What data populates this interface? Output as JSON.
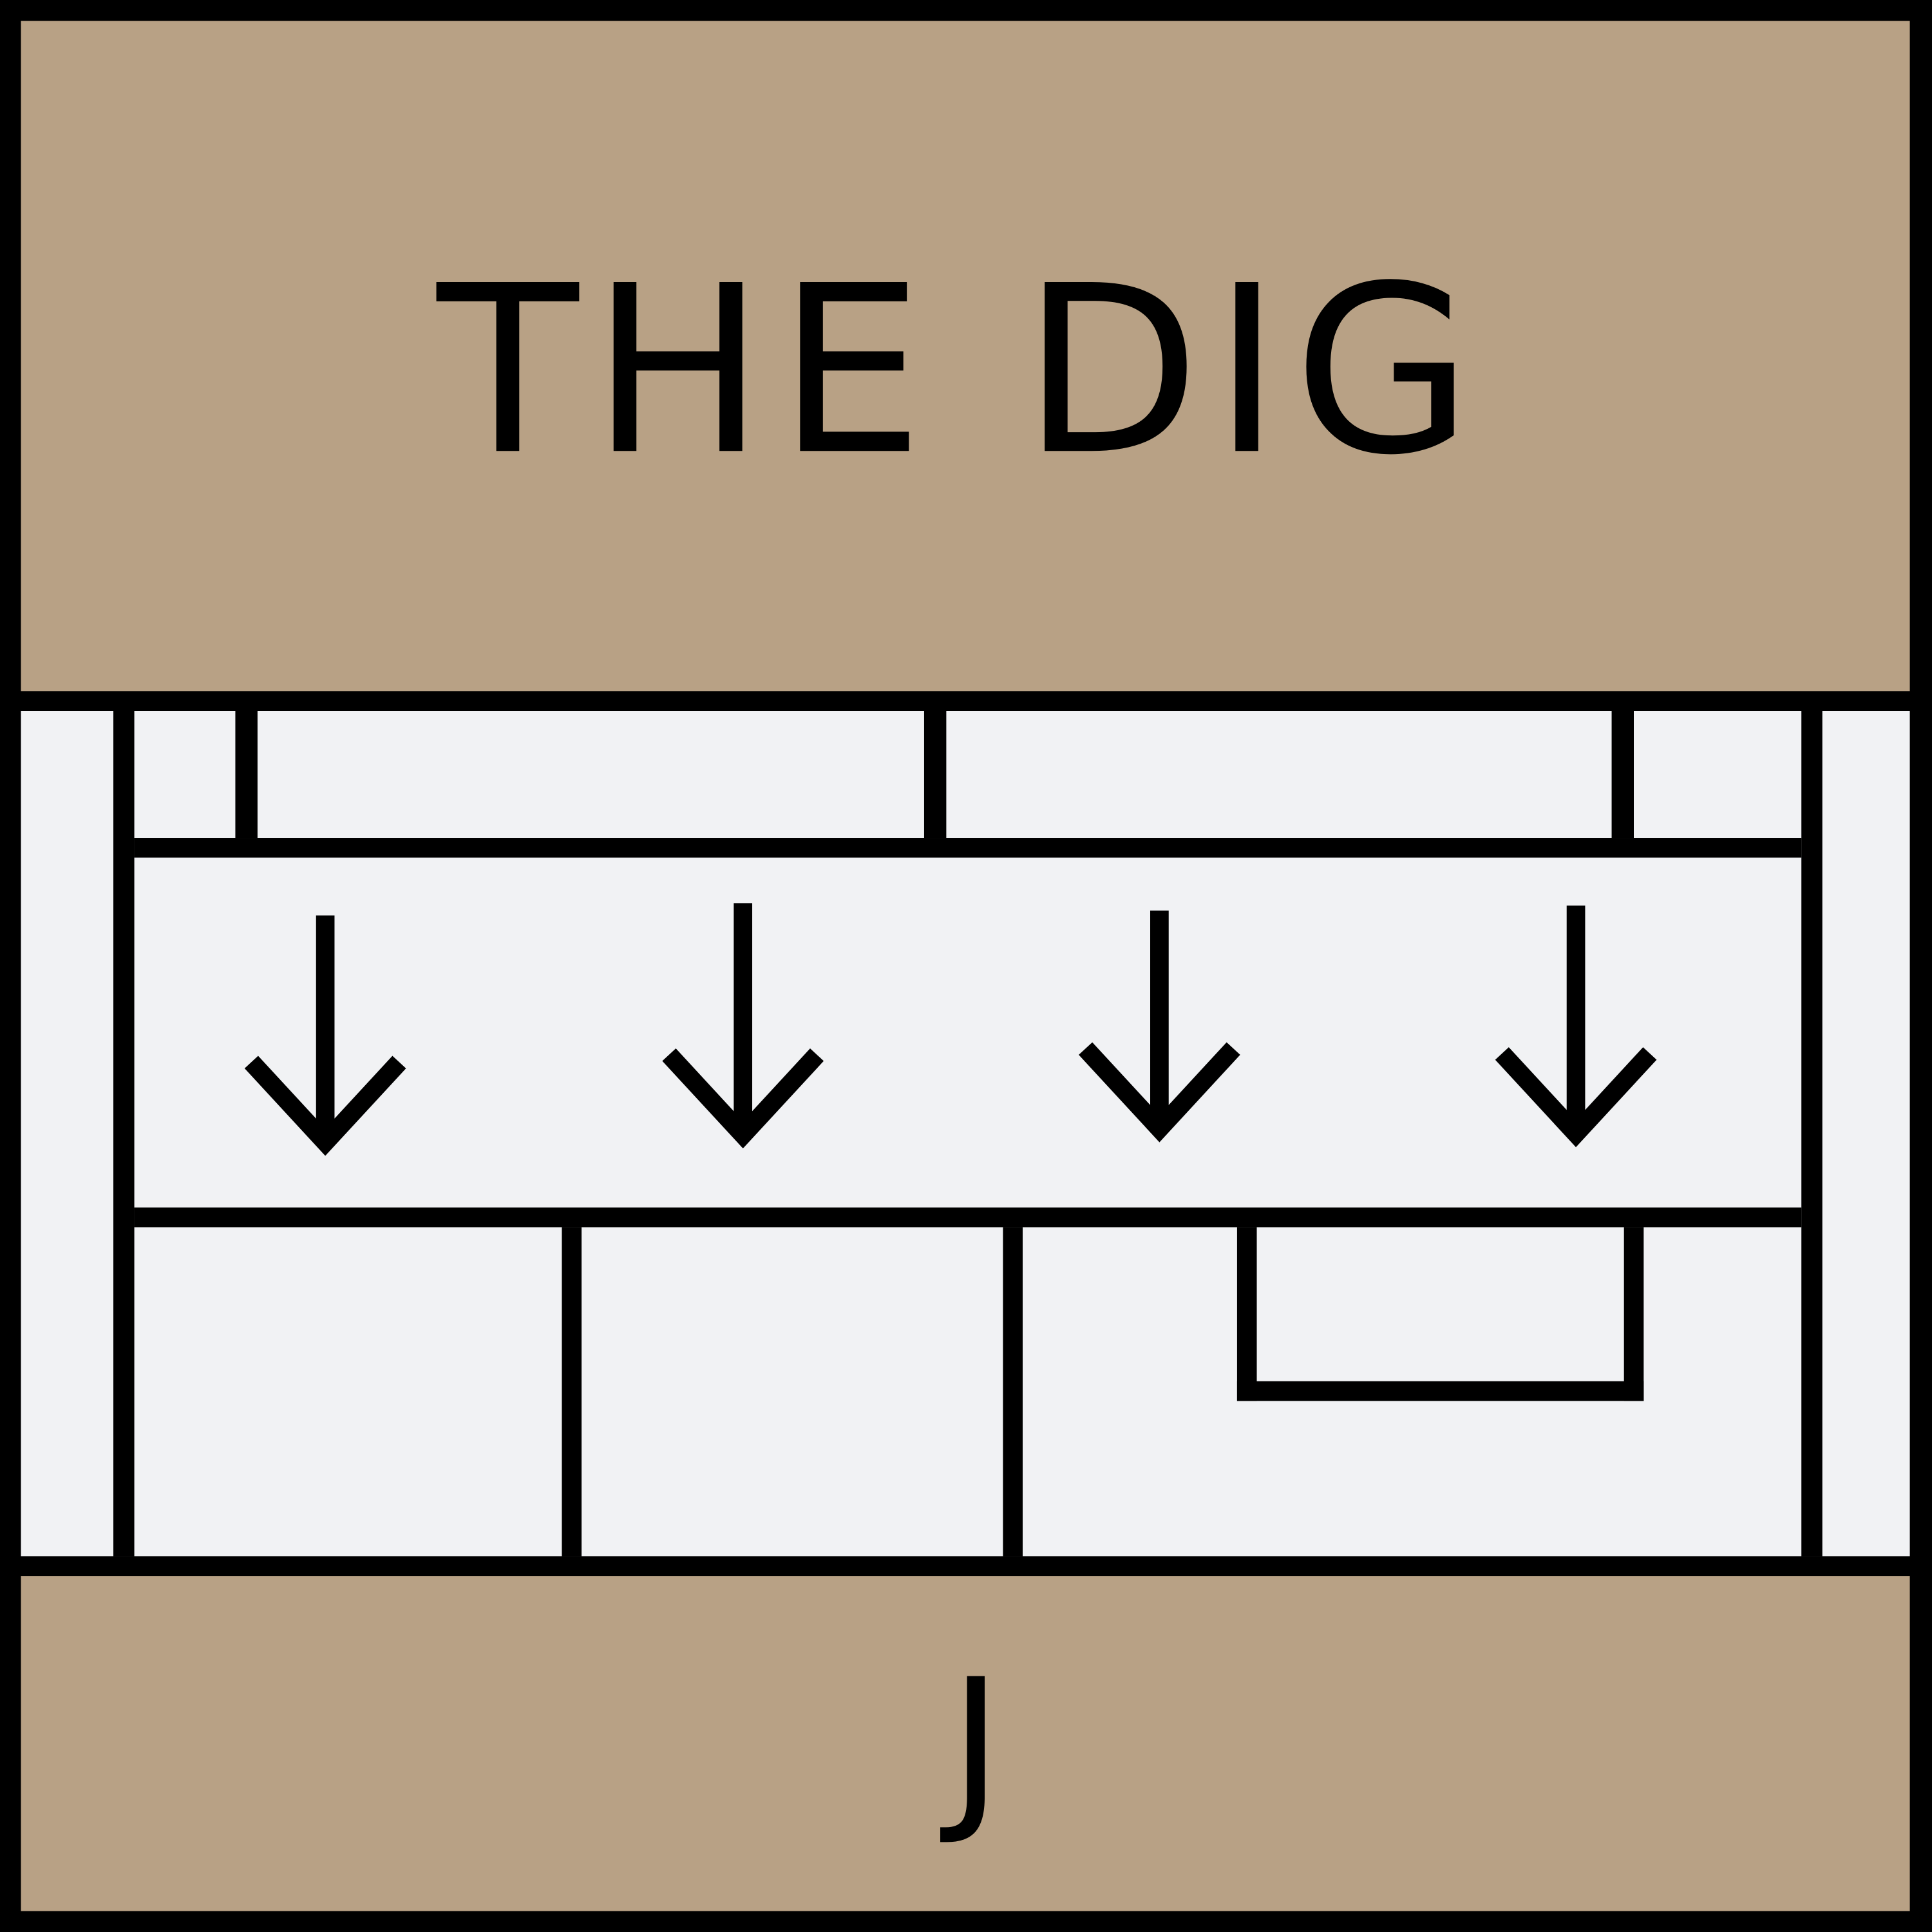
{
  "poster": {
    "title": "THE DIG",
    "footer_letter": "J",
    "colors": {
      "border": "#000000",
      "header_bg": "#b8a185",
      "footer_bg": "#b8a185",
      "panel_bg": "#f1f2f4",
      "ink": "#000000"
    }
  },
  "diagram": {
    "arrows": [
      {
        "label": "down-arrow-1"
      },
      {
        "label": "down-arrow-2"
      },
      {
        "label": "down-arrow-3"
      },
      {
        "label": "down-arrow-4"
      }
    ]
  }
}
